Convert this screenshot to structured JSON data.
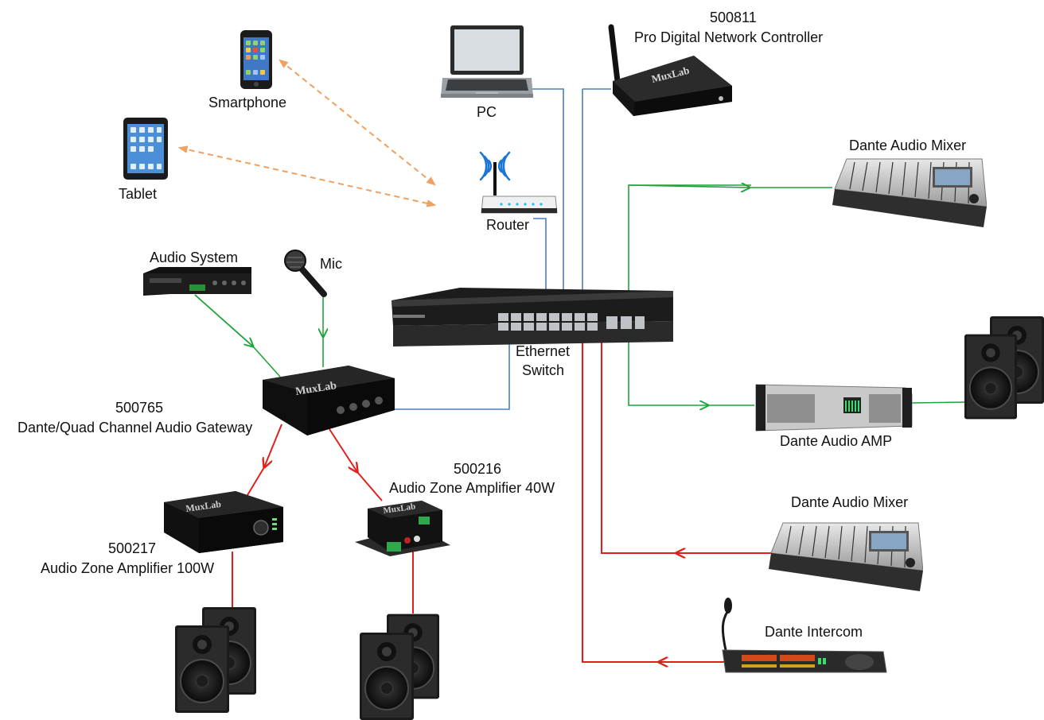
{
  "labels": {
    "smartphone": "Smartphone",
    "tablet": "Tablet",
    "pc": "PC",
    "controller_model": "500811",
    "controller_name": "Pro Digital Network Controller",
    "router": "Router",
    "audio_system": "Audio System",
    "mic": "Mic",
    "switch_line1": "Ethernet",
    "switch_line2": "Switch",
    "gateway_model": "500765",
    "gateway_name": "Dante/Quad Channel Audio Gateway",
    "amp40_model": "500216",
    "amp40_name": "Audio Zone Amplifier 40W",
    "amp100_model": "500217",
    "amp100_name": "Audio Zone Amplifier 100W",
    "mixer_top": "Dante Audio Mixer",
    "dante_amp": "Dante Audio AMP",
    "mixer_bottom": "Dante Audio Mixer",
    "intercom": "Dante Intercom"
  },
  "brand_text": "MuxLab",
  "colors": {
    "ethernet": "#4a7ebb",
    "dante_in": "#1fa33a",
    "dante_out": "#e0201b",
    "wireless": "#f0a060",
    "device_dark": "#1e1e1e"
  }
}
